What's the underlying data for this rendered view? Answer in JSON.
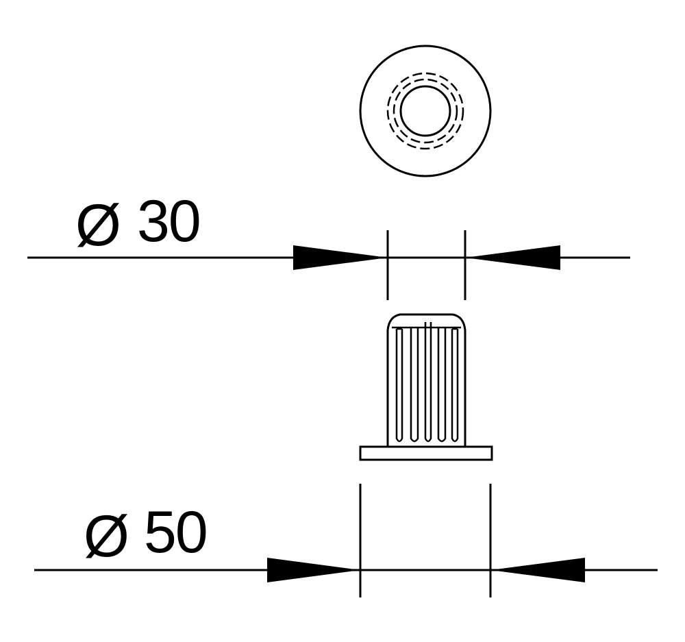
{
  "dimensions": {
    "top": {
      "symbol": "Ø",
      "value": "30"
    },
    "bottom": {
      "symbol": "Ø",
      "value": "50"
    }
  },
  "colors": {
    "line": "#000000",
    "background": "#ffffff"
  }
}
